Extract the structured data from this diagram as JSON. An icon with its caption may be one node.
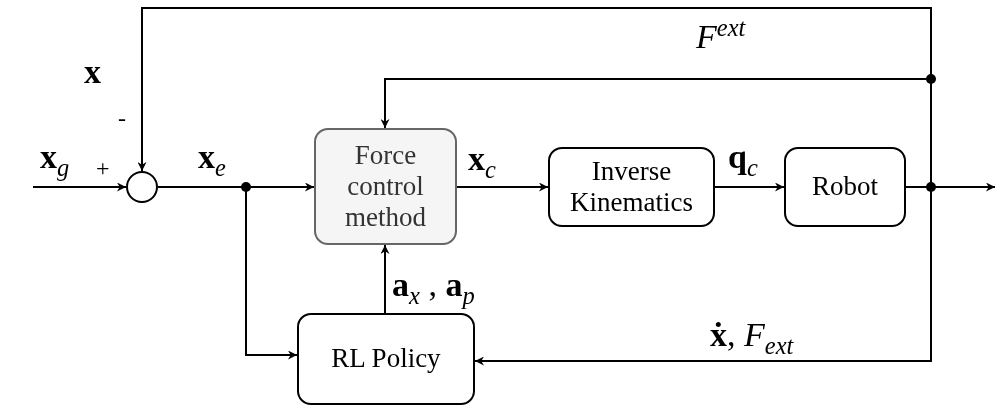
{
  "diagram": {
    "nodes": [
      {
        "text": [],
        "shape": "circle"
      },
      {
        "text": [
          "Force control method"
        ]
      },
      {
        "text": [
          "Inverse Kinematics"
        ]
      },
      {
        "text": [
          "Robot"
        ]
      },
      {
        "text": [
          "RL Policy"
        ]
      }
    ],
    "edges": [
      {
        "from": null,
        "to": 0,
        "arrow": "to",
        "label": "**x**$_{g}$"
      },
      {
        "from": 0,
        "to": 1,
        "arrow": "to",
        "label": "**x**$_{e}$"
      },
      {
        "from": 0,
        "to": 4,
        "arrow": "to"
      },
      {
        "from": 1,
        "to": 2,
        "arrow": "to",
        "label": "**x**$_{c}$"
      },
      {
        "from": 2,
        "to": 3,
        "arrow": "to",
        "label": "**q**$_{c}$"
      },
      {
        "from": 3,
        "to": null,
        "arrow": "to"
      },
      {
        "from": 3,
        "to": 0,
        "arrow": "to",
        "label": "**x**"
      },
      {
        "from": 3,
        "to": 1,
        "arrow": "to",
        "label": "*F*$^{ext}$"
      },
      {
        "from": 3,
        "to": 4,
        "arrow": "to",
        "label": "**ẋ**, *F*$_{ext}$"
      },
      {
        "from": 4,
        "to": 1,
        "arrow": "to",
        "label": "**a**$_{x}$ , **a**$_{p}$"
      }
    ],
    "labels": [
      "-",
      "+"
    ]
  }
}
